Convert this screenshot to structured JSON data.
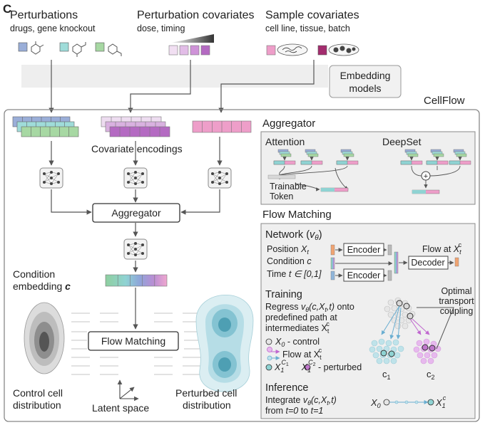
{
  "panel_letter": "C",
  "inputs": {
    "perturbations": {
      "title": "Perturbations",
      "subtitle": "drugs, gene knockout"
    },
    "perturbation_covariates": {
      "title": "Perturbation covariates",
      "subtitle": "dose, timing"
    },
    "sample_covariates": {
      "title": "Sample covariates",
      "subtitle": "cell line, tissue, batch"
    }
  },
  "embedding_models": {
    "line1": "Embedding",
    "line2": "models"
  },
  "cellflow_label": "CellFlow",
  "left": {
    "covariate_encodings": "Covariate encodings",
    "aggregator_box": "Aggregator",
    "condition_embedding_line1": "Condition",
    "condition_embedding_line2": "embedding",
    "condition_embedding_symbol": "c",
    "flow_matching_box": "Flow Matching",
    "control_line1": "Control cell",
    "control_line2": "distribution",
    "latent_space": "Latent space",
    "perturbed_line1": "Perturbed cell",
    "perturbed_line2": "distribution"
  },
  "aggregator_section": {
    "title": "Aggregator",
    "attention": "Attention",
    "deepset": "DeepSet",
    "trainable_line1": "Trainable",
    "trainable_line2": "Token",
    "plus_symbol": "+"
  },
  "flow_matching_section": {
    "title": "Flow Matching",
    "network_title": "Network (",
    "network_param": "v",
    "network_sub": "θ",
    "network_close": ")",
    "position_label": "Position",
    "position_var": "X",
    "position_sub": "t",
    "condition_label": "Condition",
    "condition_var": "c",
    "time_label": "Time",
    "time_var": "t",
    "time_range": " ∈ [0,1]",
    "encoder1": "Encoder",
    "encoder2": "Encoder",
    "decoder": "Decoder",
    "flow_at_label": "Flow at",
    "flow_at_var": "X",
    "flow_at_sub": "t",
    "flow_at_sup": "c",
    "training_title": "Training",
    "regress_line1_a": "Regress ",
    "regress_line1_b": "v",
    "regress_line1_c": "θ",
    "regress_line1_d": "(c,X",
    "regress_line1_e": "t",
    "regress_line1_f": ",t)",
    "regress_line1_g": " onto",
    "regress_line2": "predefined path at",
    "regress_line3_a": "intermediates X",
    "regress_line3_sub": "t",
    "regress_line3_sup": "c",
    "optimal_line1": "Optimal",
    "optimal_line2": "transport",
    "optimal_line3": "coupling",
    "legend_control_var": "X",
    "legend_control_sub": "0",
    "legend_control_text": " - control",
    "legend_flow_text": "Flow at X",
    "legend_flow_sub": "t",
    "legend_flow_sup": "c",
    "legend_pert_var1": "X",
    "legend_pert_sub1": "1",
    "legend_pert_sup1": "C",
    "legend_pert_sup1_sub": "1",
    "legend_pert_var2": "X",
    "legend_pert_sub2": "1",
    "legend_pert_sup2": "C",
    "legend_pert_sup2_sub": "2",
    "legend_pert_text": " - perturbed",
    "cluster1_var": "c",
    "cluster1_sub": "1",
    "cluster2_var": "c",
    "cluster2_sub": "2",
    "inference_title": "Inference",
    "integrate_line1_a": "Integrate ",
    "integrate_line1_b": "v",
    "integrate_line1_c": "θ",
    "integrate_line1_d": "(c,X",
    "integrate_line1_e": "t",
    "integrate_line1_f": ",t)",
    "integrate_line2_a": "from ",
    "integrate_line2_b": "t=0",
    "integrate_line2_c": " to ",
    "integrate_line2_d": "t=1",
    "inference_start_var": "X",
    "inference_start_sub": "0",
    "inference_end_var": "X",
    "inference_end_sub": "1",
    "inference_end_sup": "c"
  },
  "colors": {
    "drug_blue": "#9aaed8",
    "drug_teal": "#9fdcd9",
    "drug_green": "#a7d8a3",
    "dose_purple": "#b46ac2",
    "sample_pink": "#ee9ec9",
    "sample_magenta": "#a32c6e",
    "box_gray": "#eeeeee",
    "border_gray": "#777777"
  }
}
